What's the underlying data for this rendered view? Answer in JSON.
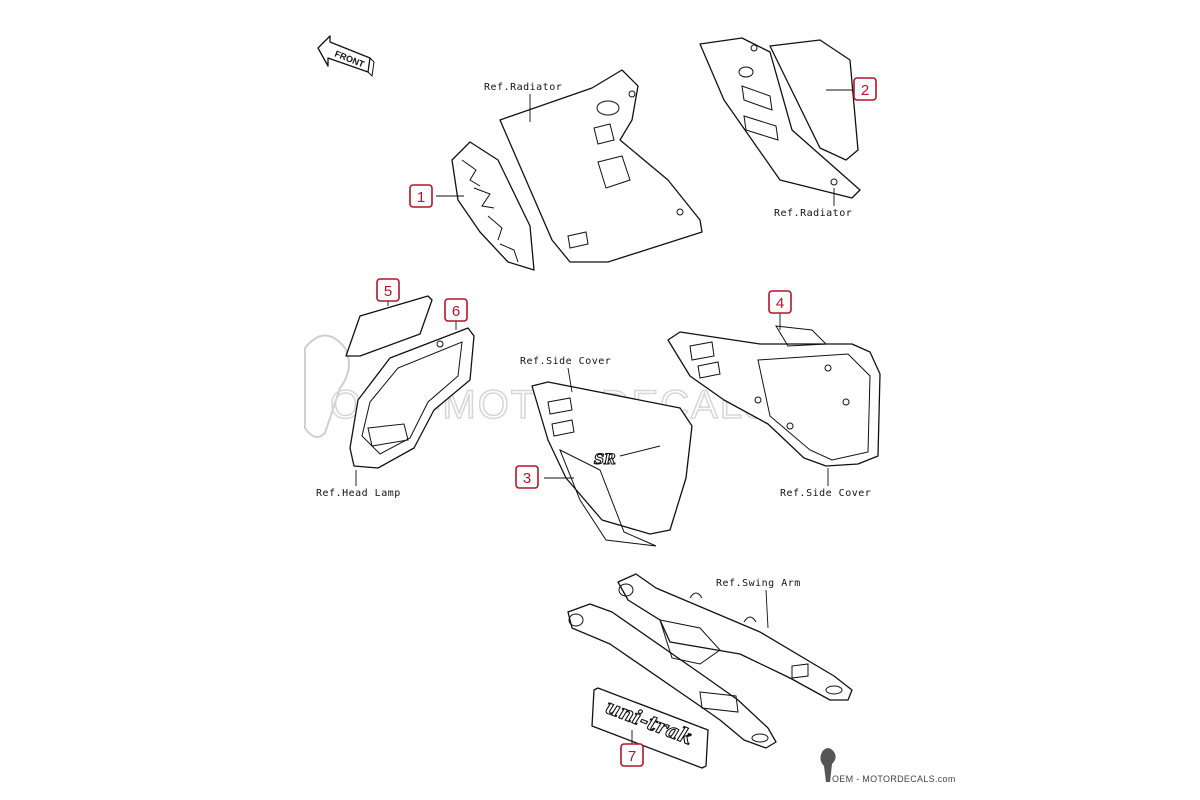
{
  "front_label": "FRONT",
  "references": {
    "radiator_top": "Ref.Radiator",
    "radiator_right": "Ref.Radiator",
    "side_cover_center": "Ref.Side Cover",
    "side_cover_right": "Ref.Side Cover",
    "head_lamp": "Ref.Head Lamp",
    "swing_arm": "Ref.Swing Arm"
  },
  "callouts": {
    "c1": "1",
    "c2": "2",
    "c3": "3",
    "c4": "4",
    "c5": "5",
    "c6": "6",
    "c7": "7"
  },
  "decals": {
    "side_cover_mark": "SR",
    "swing_arm_decal": "uni-trak"
  },
  "watermark": {
    "text": "OEM-MOTORDECALS.com",
    "brand": "OEM - MOTORDECALS.com"
  },
  "colors": {
    "callout": "#b0152a",
    "line": "#111111",
    "watermark": "#d6d6d6"
  }
}
